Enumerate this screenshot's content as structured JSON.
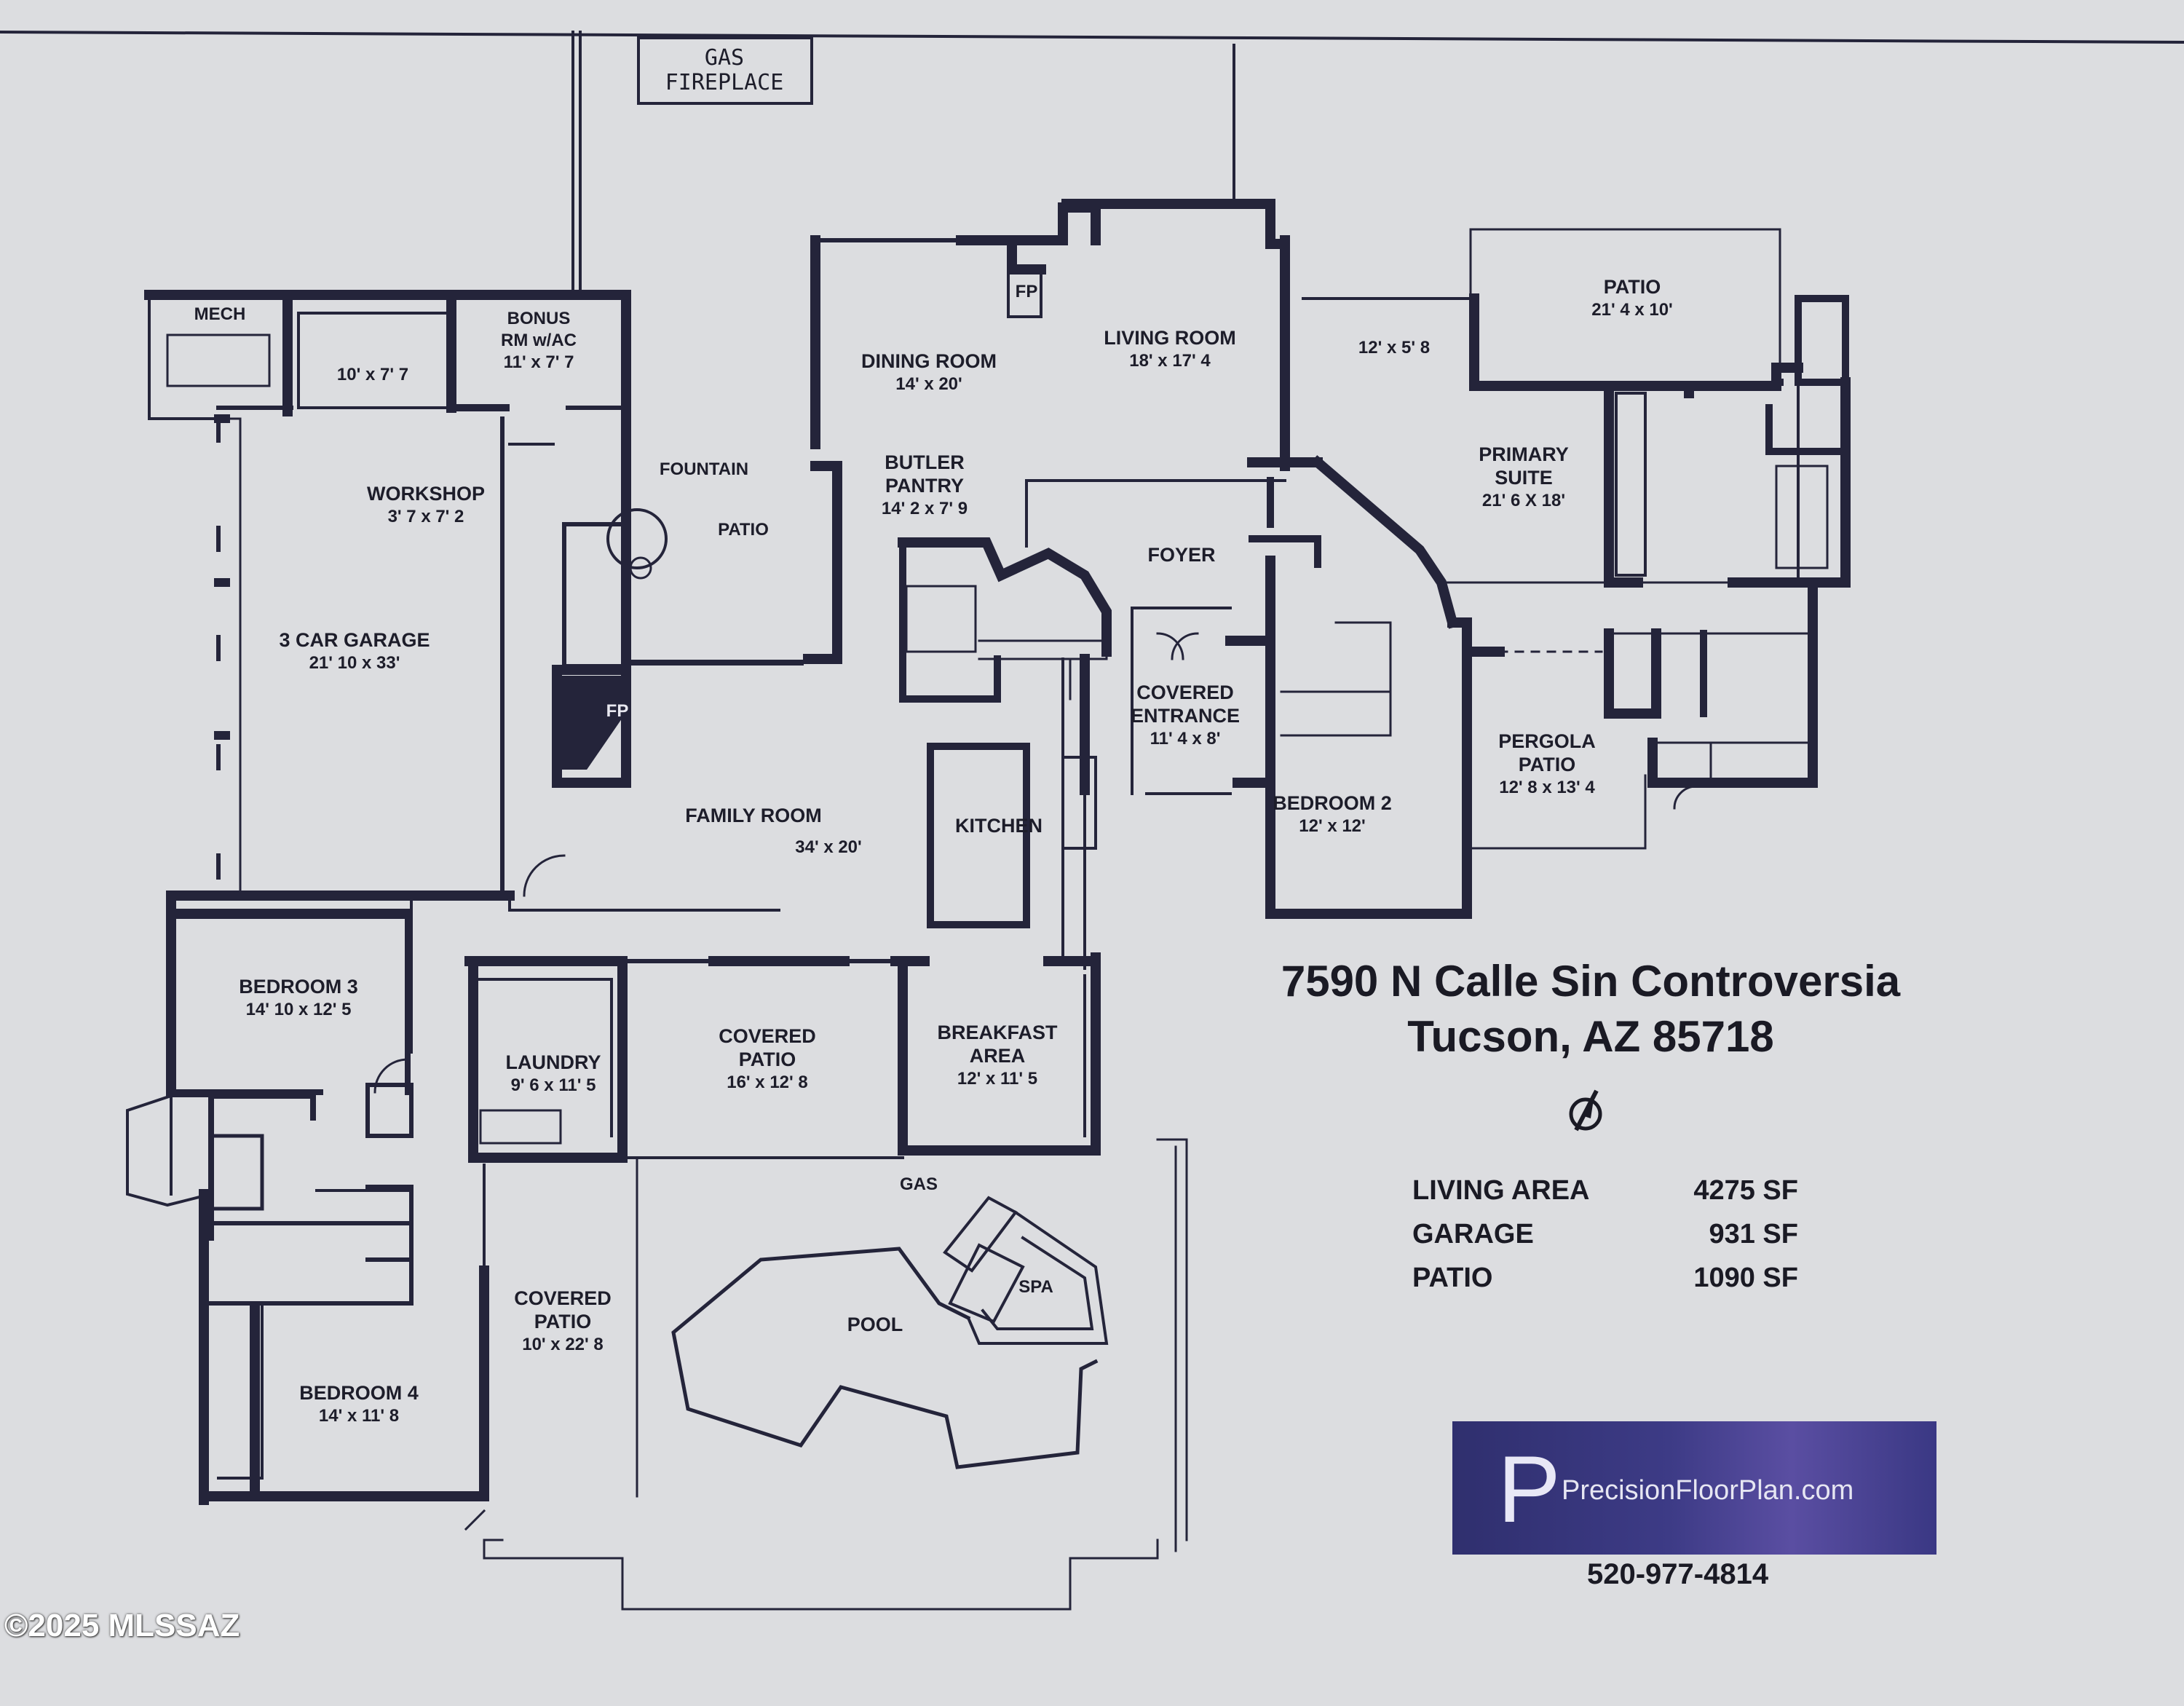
{
  "rooms": {
    "gas_fireplace": [
      "GAS",
      "FIREPLACE"
    ],
    "mech": "MECH",
    "storage": "10' x 7' 7",
    "bonus_name": [
      "BONUS",
      "RM w/AC"
    ],
    "bonus_dim": "11' x 7' 7",
    "workshop_name": "WORKSHOP",
    "workshop_dim": "3' 7 x 7' 2",
    "garage_name": "3 CAR GARAGE",
    "garage_dim": "21' 10 x 33'",
    "fountain": "FOUNTAIN",
    "patio_center": "PATIO",
    "fp_dining": "FP",
    "fp_family": "FP",
    "dining_name": "DINING ROOM",
    "dining_dim": "14' x 20'",
    "living_name": "LIVING ROOM",
    "living_dim": "18' x 17' 4",
    "butler_name": [
      "BUTLER",
      "PANTRY"
    ],
    "butler_dim": "14' 2 x 7' 9",
    "foyer": "FOYER",
    "covered_entrance_name": [
      "COVERED",
      "ENTRANCE"
    ],
    "covered_entrance_dim": "11' 4 x 8'",
    "family_name": "FAMILY ROOM",
    "family_dim": "34' x 20'",
    "kitchen": "KITCHEN",
    "bedroom2_name": "BEDROOM 2",
    "bedroom2_dim": "12' x 12'",
    "porch_dim": "12' x 5' 8",
    "patio_primary_name": "PATIO",
    "patio_primary_dim": "21' 4 x 10'",
    "primary_name": [
      "PRIMARY",
      "SUITE"
    ],
    "primary_dim": "21' 6 X 18'",
    "pergola_name": [
      "PERGOLA",
      "PATIO"
    ],
    "pergola_dim": "12' 8 x 13' 4",
    "bedroom3_name": "BEDROOM 3",
    "bedroom3_dim": "14' 10 x 12' 5",
    "laundry_name": "LAUNDRY",
    "laundry_dim": "9' 6 x 11' 5",
    "covered_patio1_name": [
      "COVERED",
      "PATIO"
    ],
    "covered_patio1_dim": "16' x 12' 8",
    "breakfast_name": [
      "BREAKFAST",
      "AREA"
    ],
    "breakfast_dim": "12' x 11' 5",
    "gas": "GAS",
    "spa": "SPA",
    "pool": "POOL",
    "covered_patio2_name": [
      "COVERED",
      "PATIO"
    ],
    "covered_patio2_dim": "10' x 22' 8",
    "bedroom4_name": "BEDROOM 4",
    "bedroom4_dim": "14' x 11' 8"
  },
  "address": {
    "line1": "7590 N Calle Sin Controversia",
    "line2": "Tucson, AZ  85718"
  },
  "areas": [
    {
      "label": "LIVING AREA",
      "value": "4275 SF"
    },
    {
      "label": "GARAGE",
      "value": "931 SF"
    },
    {
      "label": "PATIO",
      "value": "1090 SF"
    }
  ],
  "logo": {
    "letter": "P",
    "site": "PrecisionFloorPlan.com"
  },
  "phone": "520-977-4814",
  "copyright": "©2025 MLSSAZ",
  "icons": {
    "compass": "north-arrow-icon"
  }
}
